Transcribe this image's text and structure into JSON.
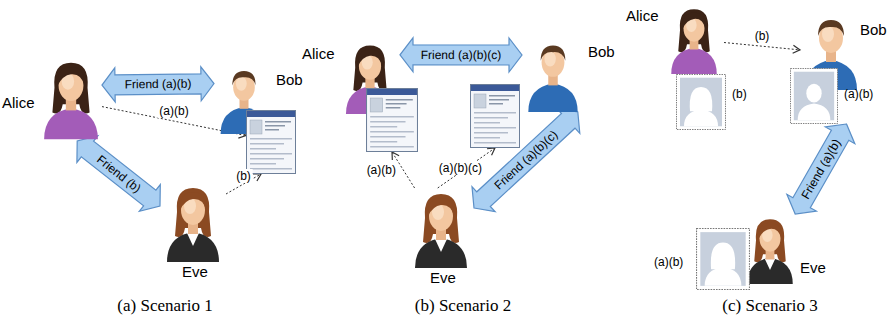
{
  "diagram": {
    "nodes": [
      {
        "text": [
          "Alice"
        ]
      },
      {
        "text": [
          "Bob"
        ]
      },
      {
        "text": []
      },
      {
        "text": [
          "Eve"
        ]
      },
      {
        "text": [
          "Alice"
        ]
      },
      {
        "text": []
      },
      {
        "text": [
          "Bob"
        ]
      },
      {
        "text": []
      },
      {
        "text": [
          "Eve"
        ]
      },
      {
        "text": [
          "Alice"
        ]
      },
      {
        "text": [
          "(b)"
        ]
      },
      {
        "text": [
          "Bob"
        ]
      },
      {
        "text": [
          "(a)(b)"
        ]
      },
      {
        "text": [
          "Eve"
        ]
      },
      {
        "text": [
          "(a)(b)"
        ]
      }
    ],
    "edges": [
      {
        "from": 0,
        "to": 1,
        "arrow": "both",
        "label": "Friend (a)(b)"
      },
      {
        "from": 0,
        "to": 3,
        "arrow": "both",
        "label": "Friend (b)"
      },
      {
        "from": 0,
        "to": 2,
        "arrow": "to",
        "label": "(a)(b)"
      },
      {
        "from": 3,
        "to": 2,
        "arrow": "to",
        "label": "(b)"
      },
      {
        "from": 4,
        "to": 6,
        "arrow": "both",
        "label": "Friend (a)(b)(c)"
      },
      {
        "from": 8,
        "to": 6,
        "arrow": "both",
        "label": "Friend (a)(b)(c)"
      },
      {
        "from": 8,
        "to": 5,
        "arrow": "to",
        "label": "(a)(b)"
      },
      {
        "from": 8,
        "to": 7,
        "arrow": "to",
        "label": "(a)(b)(c)"
      },
      {
        "from": 9,
        "to": 11,
        "arrow": "to",
        "label": "(b)"
      },
      {
        "from": 11,
        "to": 13,
        "arrow": "both",
        "label": "Friend (a)(b)"
      }
    ],
    "labels": [
      "(a) Scenario 1",
      "(b) Scenario 2",
      "(c) Scenario 3"
    ]
  }
}
